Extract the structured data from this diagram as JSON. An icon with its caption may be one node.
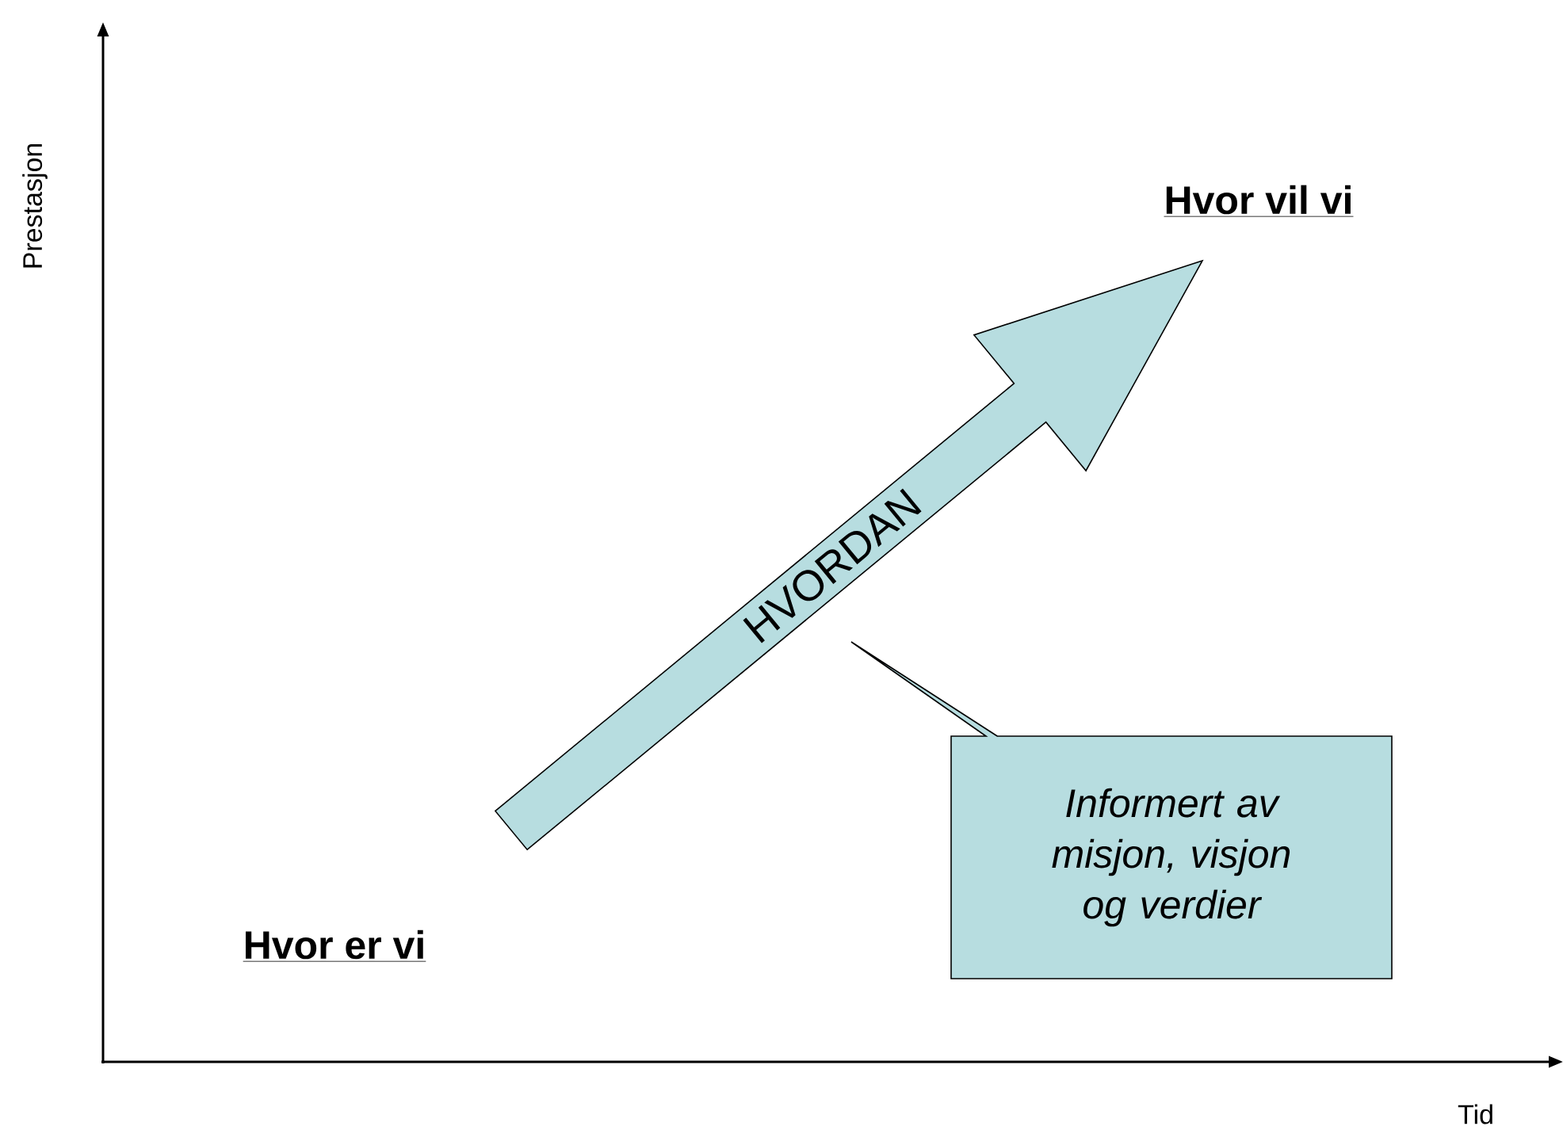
{
  "diagram": {
    "nodes": [
      {
        "text": [
          "Hvor er vi"
        ]
      },
      {
        "text": [
          "Hvor vil vi"
        ]
      },
      {
        "text": [
          "HVORDAN"
        ]
      },
      {
        "text": [
          "Informert av misjon, visjon og verdier"
        ]
      }
    ],
    "labels": [
      "Prestasjon",
      "Tid"
    ]
  }
}
